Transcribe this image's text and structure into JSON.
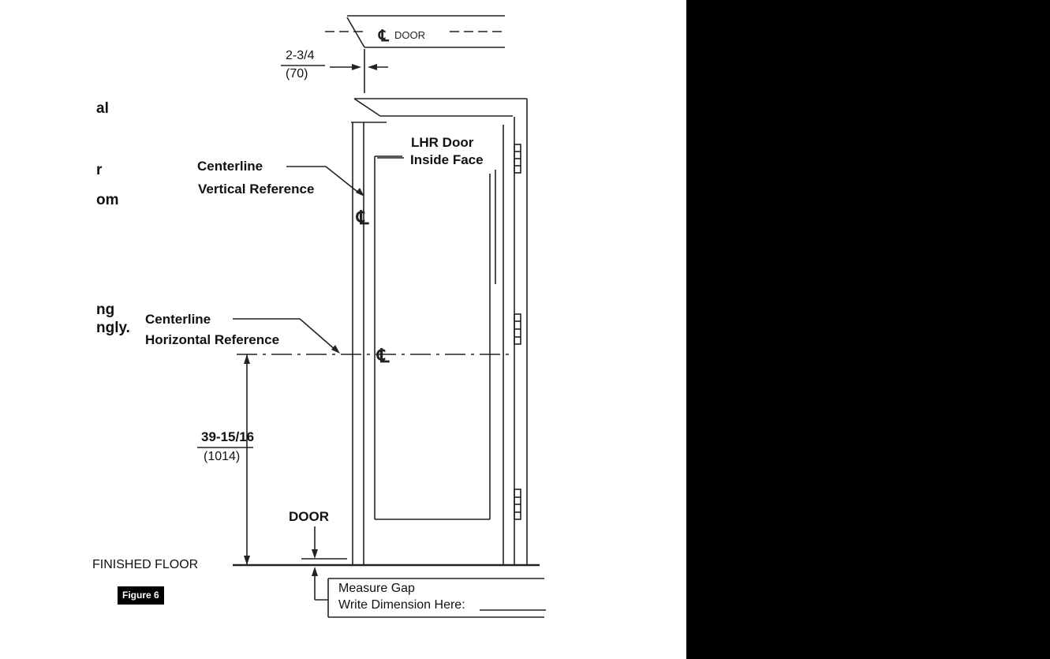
{
  "left_fragments": [
    "al",
    "r",
    "om",
    "ng",
    "ngly."
  ],
  "figure": {
    "label": "Figure 6",
    "cl_door": "DOOR",
    "top_dim": {
      "frac": "2-3/4",
      "mm": "(70)"
    },
    "lhr": {
      "line1": "LHR Door",
      "line2": "Inside Face"
    },
    "cl_vertical": {
      "line1": "Centerline",
      "line2": "Vertical Reference"
    },
    "cl_horizontal": {
      "line1": "Centerline",
      "line2": "Horizontal Reference"
    },
    "height_dim": {
      "frac": "39-15/16",
      "mm": "(1014)"
    },
    "door_label": "DOOR",
    "floor_label": "FINISHED FLOOR",
    "measure": {
      "line1": "Measure Gap",
      "line2": "Write Dimension Here:"
    }
  }
}
